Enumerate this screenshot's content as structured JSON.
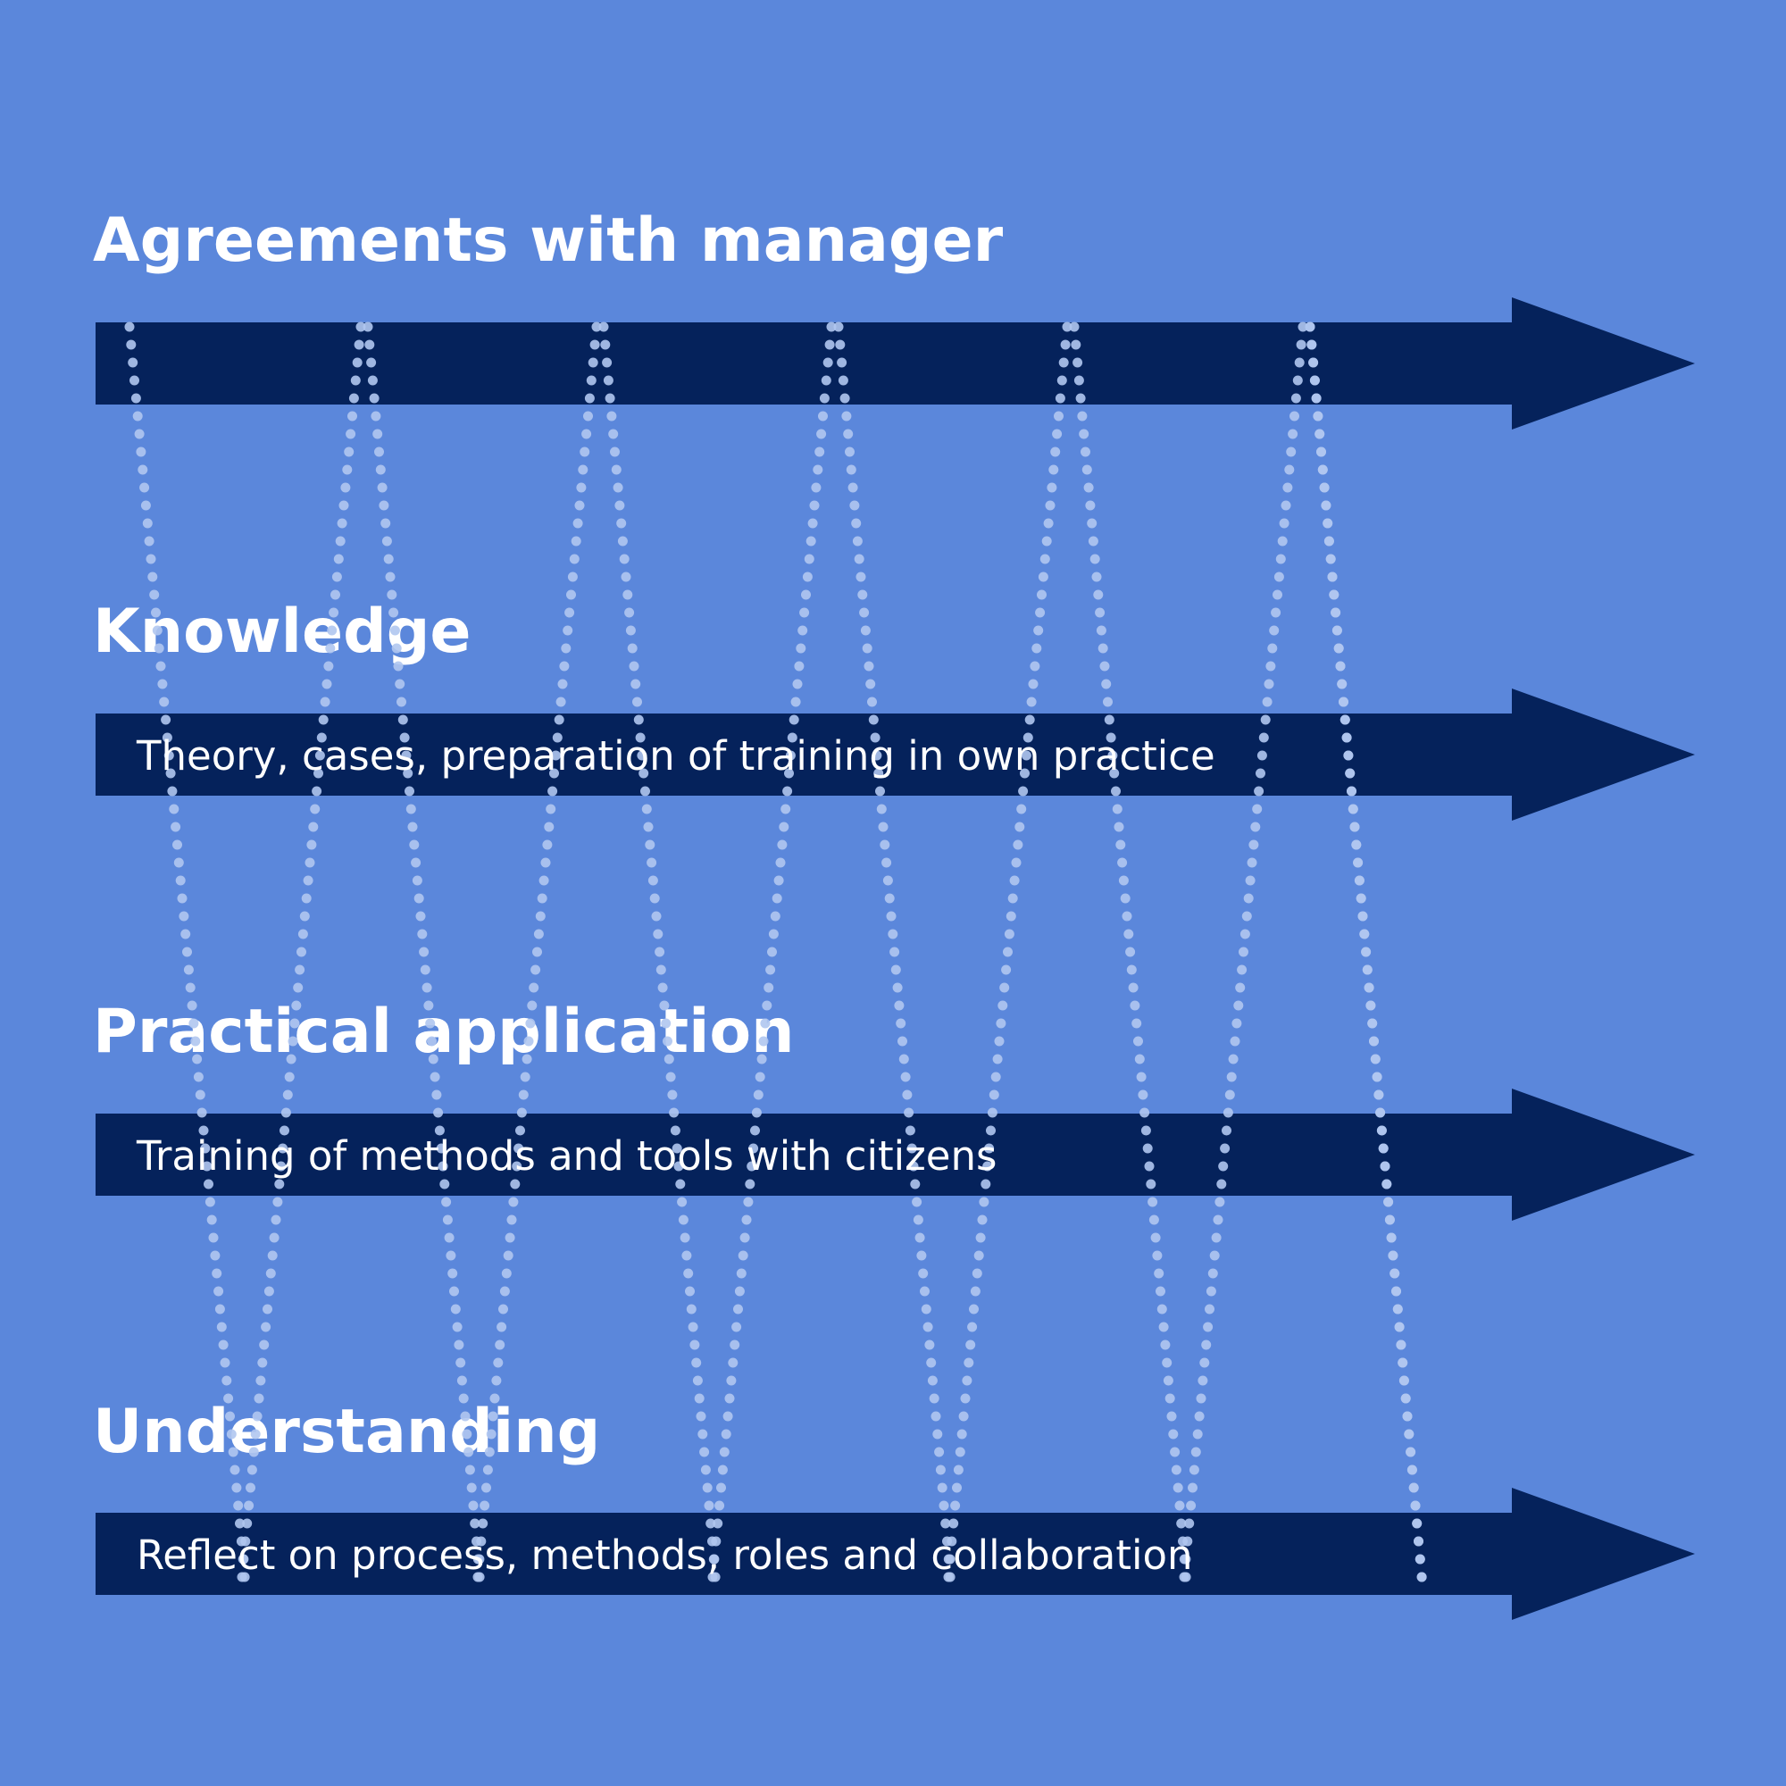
{
  "rows": [
    {
      "heading": "Agreements with manager",
      "arrow_text": ""
    },
    {
      "heading": "Knowledge",
      "arrow_text": "Theory, cases, preparation of training in own practice"
    },
    {
      "heading": "Practical application",
      "arrow_text": "Training of methods and tools with citizens"
    },
    {
      "heading": "Understanding",
      "arrow_text": "Reflect on process, methods, roles and collaboration"
    }
  ],
  "colors": {
    "background": "#5b87db",
    "arrow": "#05225b",
    "text": "#ffffff",
    "dots": "#b0c6f0"
  }
}
